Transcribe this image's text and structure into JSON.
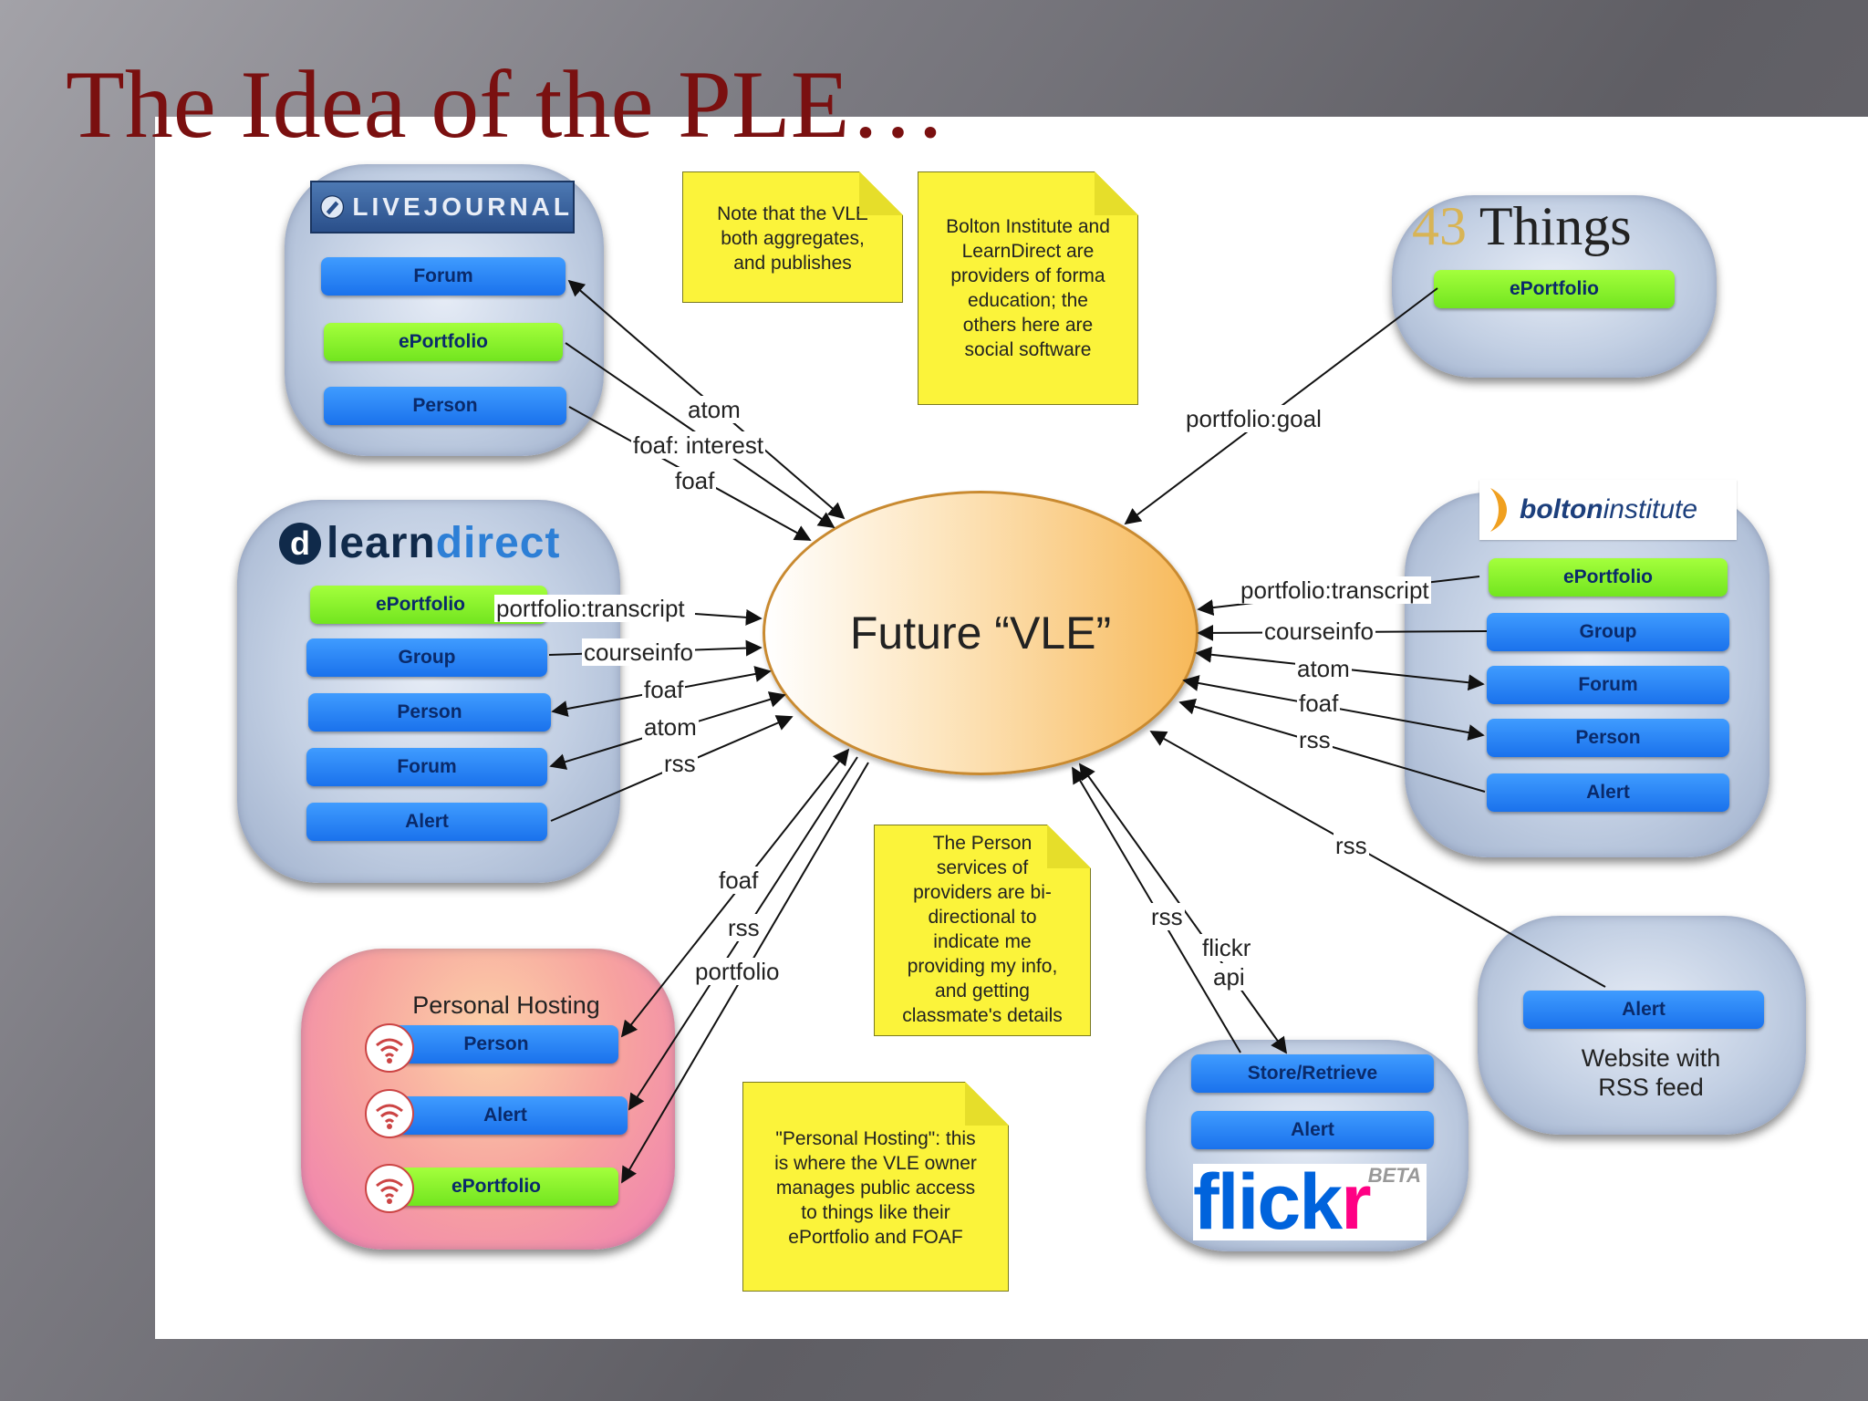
{
  "title": "The Idea of the PLE…",
  "center": "Future “VLE”",
  "colors": {
    "title": "#7a1010",
    "service_blue": "#1a72ec",
    "service_green": "#72e51f",
    "note_yellow": "#fbf33a"
  },
  "livejournal": {
    "logo": "LIVEJOURNAL",
    "items": [
      "Forum",
      "ePortfolio",
      "Person"
    ]
  },
  "learndirect": {
    "logo_a": "learn",
    "logo_b": "direct",
    "items": [
      "ePortfolio",
      "Group",
      "Person",
      "Forum",
      "Alert"
    ]
  },
  "things43": {
    "logo_num": "43",
    "logo_word": "Things",
    "items": [
      "ePortfolio"
    ]
  },
  "bolton": {
    "logo_a": "bolton",
    "logo_b": "institute",
    "items": [
      "ePortfolio",
      "Group",
      "Forum",
      "Person",
      "Alert"
    ]
  },
  "personal": {
    "title": "Personal Hosting",
    "items": [
      "Person",
      "Alert",
      "ePortfolio"
    ]
  },
  "flickr": {
    "logo_a": "flick",
    "logo_b": "r",
    "beta": "BETA",
    "items": [
      "Store/Retrieve",
      "Alert"
    ]
  },
  "rssfeed": {
    "item": "Alert",
    "caption_1": "Website with",
    "caption_2": "RSS feed"
  },
  "labels": {
    "atom_lj": "atom",
    "foaf_interest": "foaf: interest",
    "foaf_lj": "foaf",
    "portfolio_goal": "portfolio:goal",
    "ld_transcript": "portfolio:transcript",
    "ld_courseinfo": "courseinfo",
    "ld_foaf": "foaf",
    "ld_atom": "atom",
    "ld_rss": "rss",
    "b_transcript": "portfolio:transcript",
    "b_courseinfo": "courseinfo",
    "b_atom": "atom",
    "b_foaf": "foaf",
    "b_rss": "rss",
    "rss_feed": "rss",
    "ph_foaf": "foaf",
    "ph_rss": "rss",
    "ph_portfolio": "portfolio",
    "fl_rss": "rss",
    "fl_flickr": "flickr",
    "fl_api": "api"
  },
  "notes": {
    "n1": [
      "Note that the VLE",
      "both aggregates,",
      "and publishes"
    ],
    "n2": [
      "Bolton Institute and",
      "LearnDirect are",
      "providers of forma",
      "education; the",
      "others here are",
      "social software"
    ],
    "n3": [
      "The Person",
      "services of",
      "providers are bi-",
      "directional to",
      "indicate me",
      "providing my info,",
      "and getting",
      "classmate's details"
    ],
    "n4": [
      "\"Personal Hosting\": this",
      "is where the VLE owner",
      "manages public  access",
      "to things like their",
      "ePortfolio and FOAF"
    ]
  },
  "icons": [
    "pencil-icon",
    "learndirect-d-icon",
    "bolton-swoosh-icon",
    "wifi-icon"
  ]
}
